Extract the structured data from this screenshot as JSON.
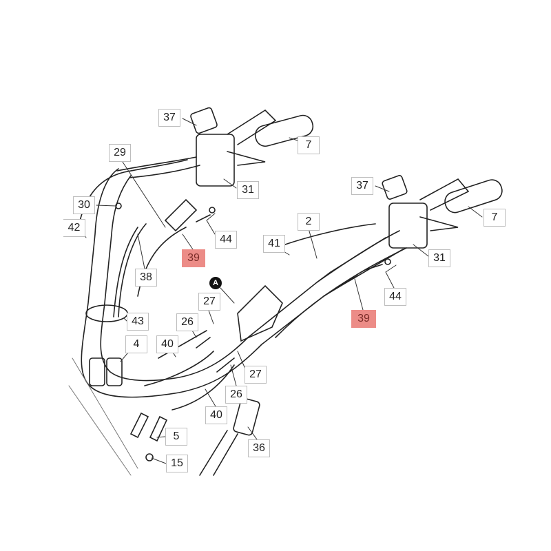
{
  "diagram": {
    "labels": {
      "l37a": "37",
      "l7a": "7",
      "l29": "29",
      "l31a": "31",
      "l37b": "37",
      "l30": "30",
      "l42": "42",
      "l2": "2",
      "l44a": "44",
      "l7b": "7",
      "l41": "41",
      "l39a": "39",
      "l31b": "31",
      "l38": "38",
      "l27a": "27",
      "l44b": "44",
      "l39b": "39",
      "l43": "43",
      "l26a": "26",
      "l4": "4",
      "l40a": "40",
      "l27b": "27",
      "l26b": "26",
      "l40b": "40",
      "l5": "5",
      "l36": "36",
      "l15": "15"
    },
    "marker_a": "A",
    "highlight_color": "#ec8c87"
  }
}
